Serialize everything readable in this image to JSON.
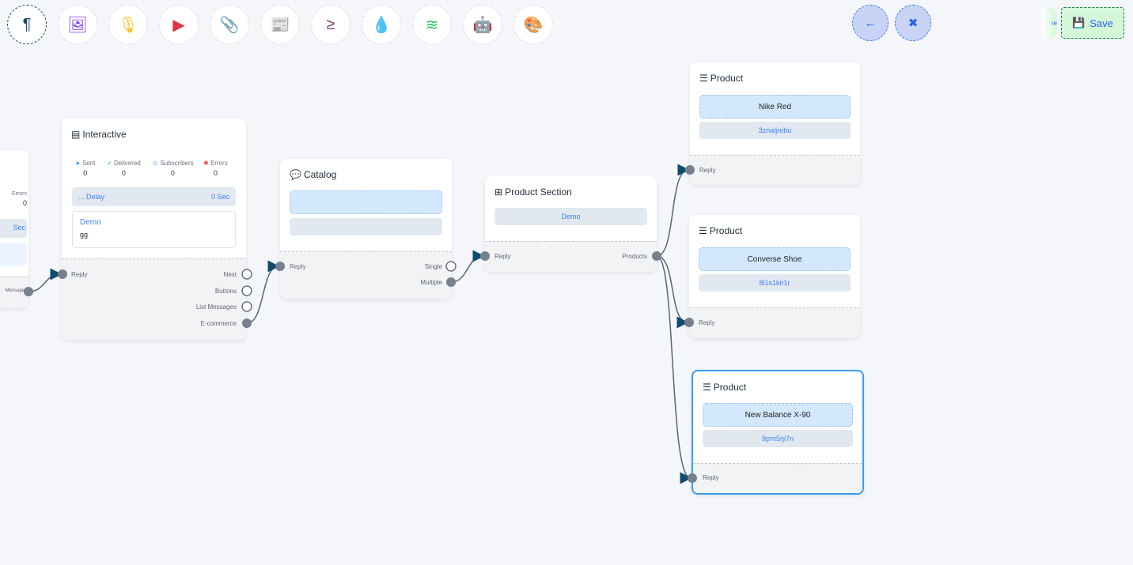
{
  "toolbar": {
    "items": [
      {
        "name": "text",
        "icon": "¶",
        "color": "#1e4a6b",
        "active": true
      },
      {
        "name": "image",
        "icon": "🖼",
        "color": "#7c3aed"
      },
      {
        "name": "audio",
        "icon": "🎙",
        "color": "#fbbf24"
      },
      {
        "name": "video",
        "icon": "▶",
        "color": "#dc3545"
      },
      {
        "name": "file",
        "icon": "📎",
        "color": "#16a34a"
      },
      {
        "name": "news",
        "icon": "📰",
        "color": "#f87171"
      },
      {
        "name": "condition",
        "icon": "≥",
        "color": "#7b3f7a"
      },
      {
        "name": "drop",
        "icon": "💧",
        "color": "#c81e45"
      },
      {
        "name": "stack",
        "icon": "≋",
        "color": "#22c55e"
      },
      {
        "name": "robot",
        "icon": "🤖",
        "color": "#1d1dd8"
      },
      {
        "name": "palette",
        "icon": "🎨",
        "color": "#16c92b"
      }
    ],
    "back_icon": "←",
    "collapse_icon": "✖",
    "ghost_text": "re",
    "save_label": "Save"
  },
  "left_node": {
    "errors_label": "Errors",
    "errors_value": "0",
    "delay_value": "Sec",
    "port": "Message"
  },
  "interactive": {
    "title": "Interactive",
    "stats": [
      {
        "label": "Sent",
        "value": "0",
        "color": "#3b9cf0",
        "icon": "➤"
      },
      {
        "label": "Delivered",
        "value": "0",
        "color": "#22c55e",
        "icon": "✓"
      },
      {
        "label": "Subscribers",
        "value": "0",
        "color": "#3b82f6",
        "icon": "☺"
      },
      {
        "label": "Errors",
        "value": "0",
        "color": "#ef4444",
        "icon": "✱"
      }
    ],
    "delay_label": "... Delay",
    "delay_value": "0 Sec",
    "message_title": "Demo",
    "message_body": "gg",
    "input_port": "Reply",
    "outputs": [
      "Next",
      "Buttons",
      "List Messages",
      "E-commerce"
    ]
  },
  "catalog": {
    "title": "Catalog",
    "input_port": "Reply",
    "outputs": [
      "Single",
      "Multiple"
    ]
  },
  "product_section": {
    "title": "Product Section",
    "item": "Demo",
    "input_port": "Reply",
    "output_port": "Products"
  },
  "products": [
    {
      "title": "Product",
      "name": "Nike Red",
      "id": "3znaljrebu",
      "port": "Reply"
    },
    {
      "title": "Product",
      "name": "Converse Shoe",
      "id": "8l1s1kir1r",
      "port": "Reply"
    },
    {
      "title": "Product",
      "name": "New Balance X-90",
      "id": "9prn5rji7n",
      "port": "Reply"
    }
  ]
}
